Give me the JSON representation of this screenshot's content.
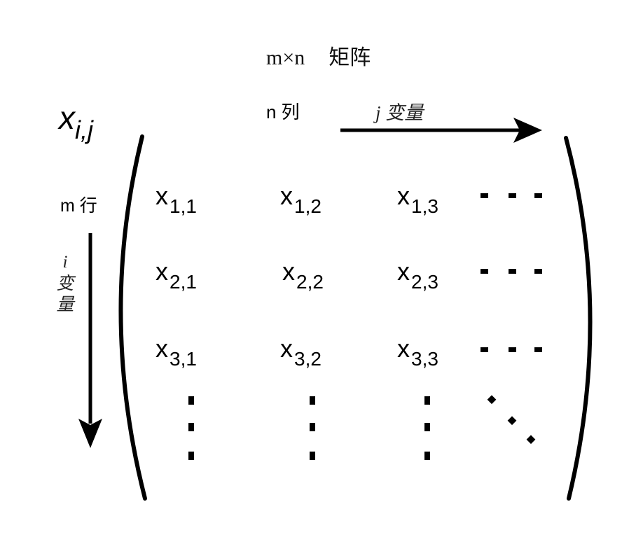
{
  "title": {
    "dims": "m×n",
    "name": "矩阵"
  },
  "element": {
    "base": "x",
    "sub": "i,j"
  },
  "columns": {
    "label": "n 列",
    "variable": "j 变量"
  },
  "rows": {
    "label": "m 行",
    "variable_letter": "i",
    "variable_chars": [
      "变",
      "量"
    ]
  },
  "matrix": {
    "base": "x",
    "rows": [
      [
        "1,1",
        "1,2",
        "1,3"
      ],
      [
        "2,1",
        "2,2",
        "2,3"
      ],
      [
        "3,1",
        "3,2",
        "3,3"
      ]
    ]
  },
  "icons": [
    "right-arrow-icon",
    "down-arrow-icon",
    "left-parenthesis",
    "right-parenthesis",
    "horizontal-ellipsis",
    "vertical-ellipsis",
    "diagonal-ellipsis"
  ]
}
